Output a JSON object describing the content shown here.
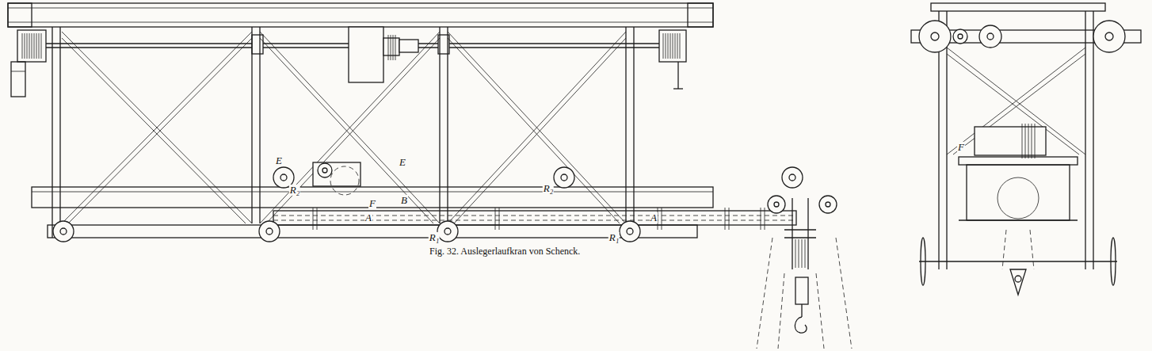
{
  "diagram": {
    "caption": "Fig. 32. Auslegerlaufkran von Schenck.",
    "labels": [
      "E",
      "E",
      "B",
      "F",
      "R₂",
      "A",
      "R₂",
      "A",
      "R₁",
      "R₁",
      "F"
    ]
  }
}
